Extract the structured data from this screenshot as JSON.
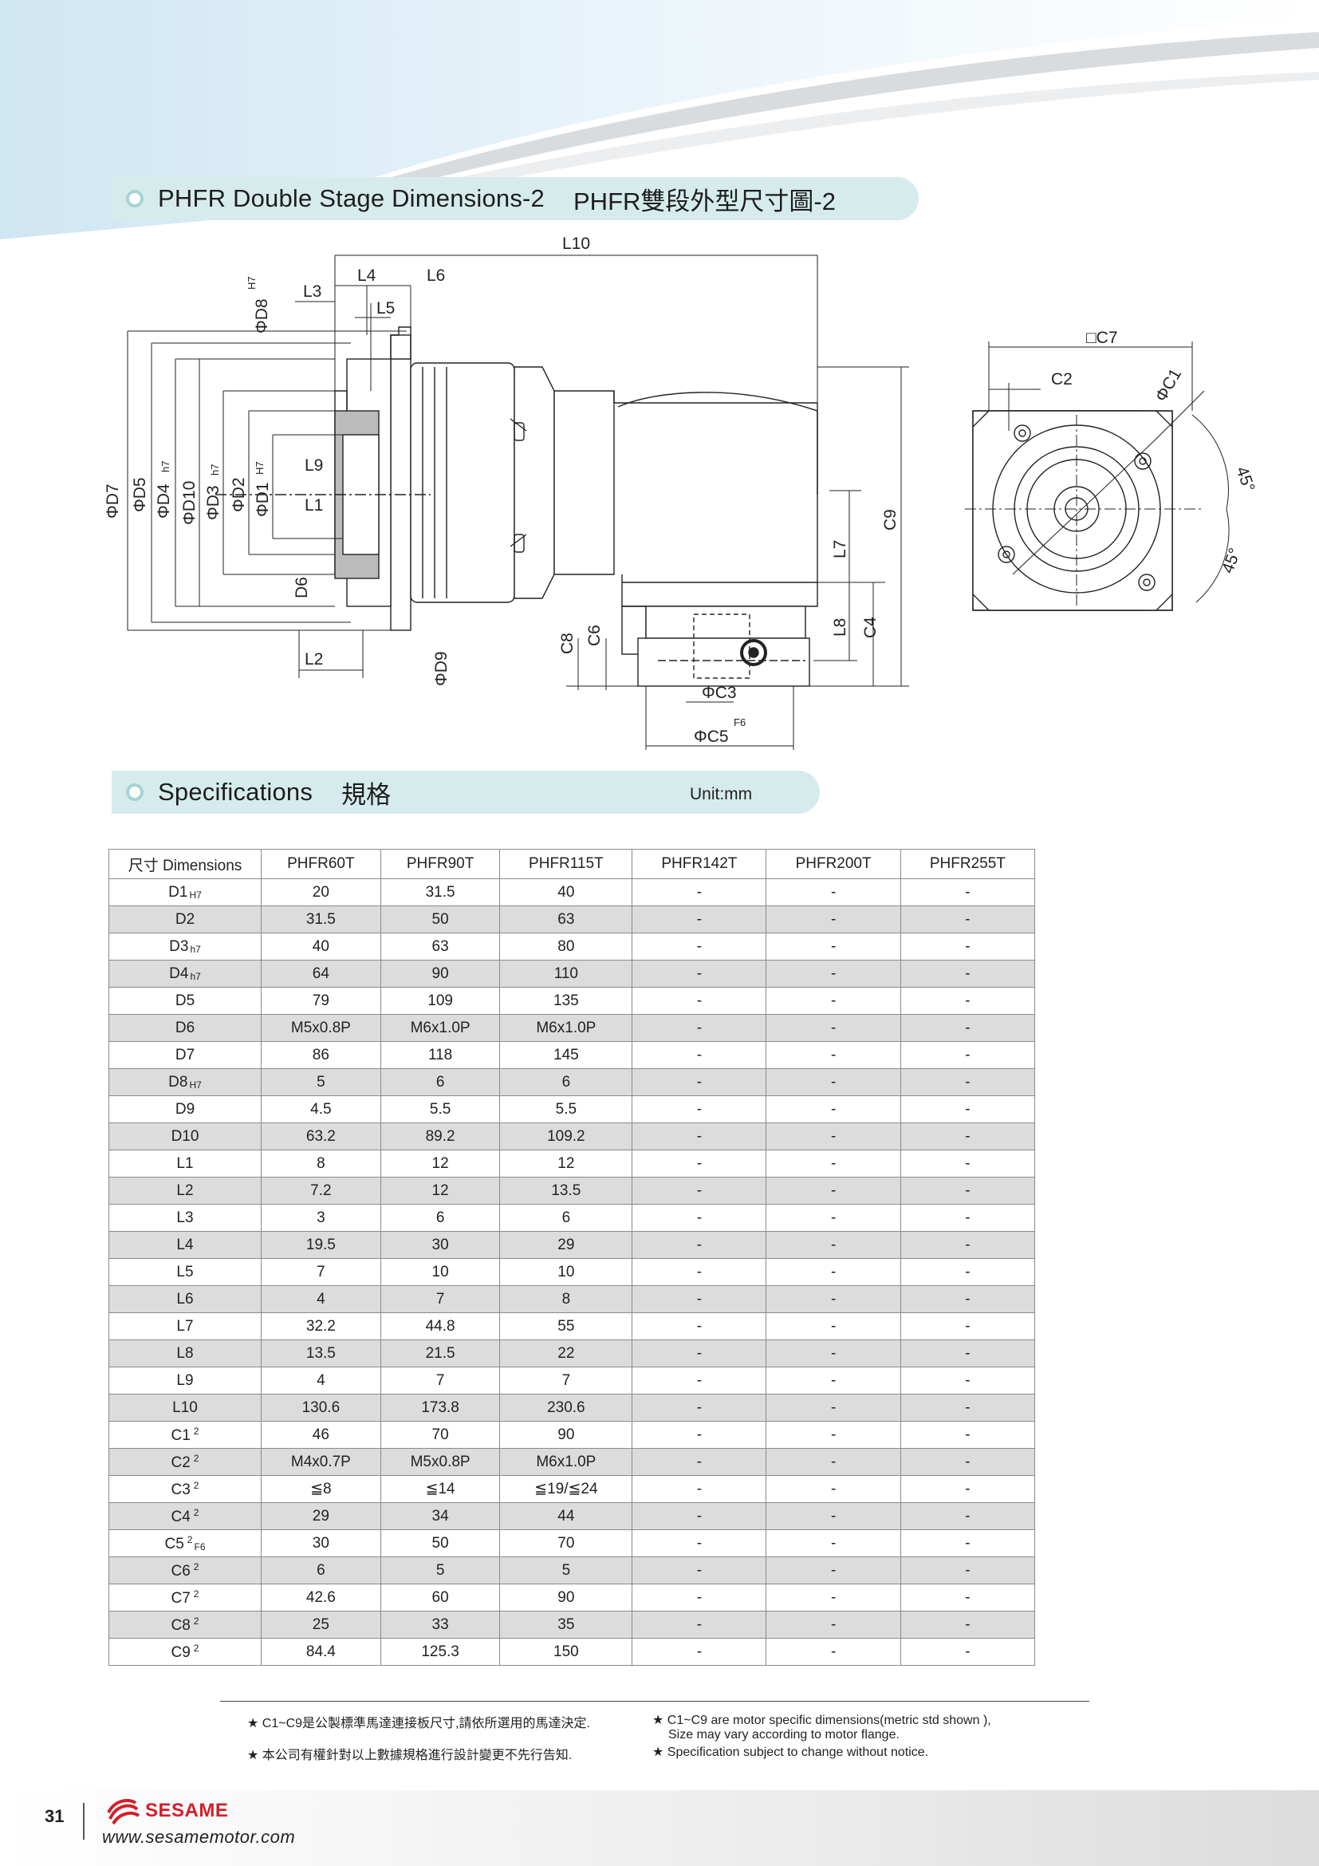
{
  "section1": {
    "title_en": "PHFR Double Stage Dimensions-2",
    "title_zh": "PHFR雙段外型尺寸圖-2"
  },
  "section2": {
    "title_en": "Specifications",
    "title_zh": "規格",
    "unit": "Unit:mm"
  },
  "drawing_labels": {
    "L10": "L10",
    "L4": "L4",
    "L6": "L6",
    "L3": "L3",
    "L5": "L5",
    "D8": "ΦD8",
    "D8_tol": "H7",
    "D7": "ΦD7",
    "D5": "ΦD5",
    "D4": "ΦD4",
    "D4_tol": "h7",
    "D10": "ΦD10",
    "D3": "ΦD3",
    "D3_tol": "h7",
    "D2": "ΦD2",
    "D1": "ΦD1",
    "D1_tol": "H7",
    "L9": "L9",
    "L1": "L1",
    "D6": "D6",
    "L2": "L2",
    "D9": "ΦD9",
    "C8": "C8",
    "C6": "C6",
    "C3": "ΦC3",
    "C5": "ΦC5",
    "C5_tol": "F6",
    "L7": "L7",
    "L8": "L8",
    "C4": "C4",
    "C9": "C9",
    "C7": "□C7",
    "C2": "C2",
    "C1": "ΦC1",
    "angle1": "45°",
    "angle2": "45°"
  },
  "table": {
    "header": [
      "尺寸 Dimensions",
      "PHFR60T",
      "PHFR90T",
      "PHFR115T",
      "PHFR142T",
      "PHFR200T",
      "PHFR255T"
    ],
    "rows": [
      {
        "dim": "D1",
        "sub": "H7",
        "sup": "",
        "v": [
          "20",
          "31.5",
          "40",
          "-",
          "-",
          "-"
        ]
      },
      {
        "dim": "D2",
        "sub": "",
        "sup": "",
        "v": [
          "31.5",
          "50",
          "63",
          "-",
          "-",
          "-"
        ]
      },
      {
        "dim": "D3",
        "sub": "h7",
        "sup": "",
        "v": [
          "40",
          "63",
          "80",
          "-",
          "-",
          "-"
        ]
      },
      {
        "dim": "D4",
        "sub": "h7",
        "sup": "",
        "v": [
          "64",
          "90",
          "110",
          "-",
          "-",
          "-"
        ]
      },
      {
        "dim": "D5",
        "sub": "",
        "sup": "",
        "v": [
          "79",
          "109",
          "135",
          "-",
          "-",
          "-"
        ]
      },
      {
        "dim": "D6",
        "sub": "",
        "sup": "",
        "v": [
          "M5x0.8P",
          "M6x1.0P",
          "M6x1.0P",
          "-",
          "-",
          "-"
        ]
      },
      {
        "dim": "D7",
        "sub": "",
        "sup": "",
        "v": [
          "86",
          "118",
          "145",
          "-",
          "-",
          "-"
        ]
      },
      {
        "dim": "D8",
        "sub": "H7",
        "sup": "",
        "v": [
          "5",
          "6",
          "6",
          "-",
          "-",
          "-"
        ]
      },
      {
        "dim": "D9",
        "sub": "",
        "sup": "",
        "v": [
          "4.5",
          "5.5",
          "5.5",
          "-",
          "-",
          "-"
        ]
      },
      {
        "dim": "D10",
        "sub": "",
        "sup": "",
        "v": [
          "63.2",
          "89.2",
          "109.2",
          "-",
          "-",
          "-"
        ]
      },
      {
        "dim": "L1",
        "sub": "",
        "sup": "",
        "v": [
          "8",
          "12",
          "12",
          "-",
          "-",
          "-"
        ]
      },
      {
        "dim": "L2",
        "sub": "",
        "sup": "",
        "v": [
          "7.2",
          "12",
          "13.5",
          "-",
          "-",
          "-"
        ]
      },
      {
        "dim": "L3",
        "sub": "",
        "sup": "",
        "v": [
          "3",
          "6",
          "6",
          "-",
          "-",
          "-"
        ]
      },
      {
        "dim": "L4",
        "sub": "",
        "sup": "",
        "v": [
          "19.5",
          "30",
          "29",
          "-",
          "-",
          "-"
        ]
      },
      {
        "dim": "L5",
        "sub": "",
        "sup": "",
        "v": [
          "7",
          "10",
          "10",
          "-",
          "-",
          "-"
        ]
      },
      {
        "dim": "L6",
        "sub": "",
        "sup": "",
        "v": [
          "4",
          "7",
          "8",
          "-",
          "-",
          "-"
        ]
      },
      {
        "dim": "L7",
        "sub": "",
        "sup": "",
        "v": [
          "32.2",
          "44.8",
          "55",
          "-",
          "-",
          "-"
        ]
      },
      {
        "dim": "L8",
        "sub": "",
        "sup": "",
        "v": [
          "13.5",
          "21.5",
          "22",
          "-",
          "-",
          "-"
        ]
      },
      {
        "dim": "L9",
        "sub": "",
        "sup": "",
        "v": [
          "4",
          "7",
          "7",
          "-",
          "-",
          "-"
        ]
      },
      {
        "dim": "L10",
        "sub": "",
        "sup": "",
        "v": [
          "130.6",
          "173.8",
          "230.6",
          "-",
          "-",
          "-"
        ]
      },
      {
        "dim": "C1",
        "sub": "",
        "sup": "2",
        "v": [
          "46",
          "70",
          "90",
          "-",
          "-",
          "-"
        ]
      },
      {
        "dim": "C2",
        "sub": "",
        "sup": "2",
        "v": [
          "M4x0.7P",
          "M5x0.8P",
          "M6x1.0P",
          "-",
          "-",
          "-"
        ]
      },
      {
        "dim": "C3",
        "sub": "",
        "sup": "2",
        "v": [
          "≦8",
          "≦14",
          "≦19/≦24",
          "-",
          "-",
          "-"
        ]
      },
      {
        "dim": "C4",
        "sub": "",
        "sup": "2",
        "v": [
          "29",
          "34",
          "44",
          "-",
          "-",
          "-"
        ]
      },
      {
        "dim": "C5",
        "sub": "F6",
        "sup": "2",
        "v": [
          "30",
          "50",
          "70",
          "-",
          "-",
          "-"
        ]
      },
      {
        "dim": "C6",
        "sub": "",
        "sup": "2",
        "v": [
          "6",
          "5",
          "5",
          "-",
          "-",
          "-"
        ]
      },
      {
        "dim": "C7",
        "sub": "",
        "sup": "2",
        "v": [
          "42.6",
          "60",
          "90",
          "-",
          "-",
          "-"
        ]
      },
      {
        "dim": "C8",
        "sub": "",
        "sup": "2",
        "v": [
          "25",
          "33",
          "35",
          "-",
          "-",
          "-"
        ]
      },
      {
        "dim": "C9",
        "sub": "",
        "sup": "2",
        "v": [
          "84.4",
          "125.3",
          "150",
          "-",
          "-",
          "-"
        ]
      }
    ]
  },
  "notes": {
    "zh1": "★ C1~C9是公製標準馬達連接板尺寸,請依所選用的馬達決定.",
    "zh2": "★ 本公司有權針對以上數據規格進行設計變更不先行告知.",
    "en1": "★ C1~C9 are motor specific dimensions(metric std shown ),",
    "en1b": "Size may vary according to motor flange.",
    "en2": "★ Specification subject to change without notice."
  },
  "footer": {
    "page": "31",
    "brand": "SESAME",
    "url": "www.sesamemotor.com"
  },
  "colors": {
    "bar": "#d6ecec",
    "brand_red": "#d21f2b",
    "row_alt": "#dcdcdc"
  }
}
